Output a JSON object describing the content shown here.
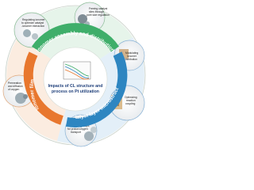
{
  "center": {
    "title_line1": "Impacts of CL structure and",
    "title_line2": "process on Pt utilization"
  },
  "sectors": [
    {
      "label": "Ionomer assembly and distribution",
      "color": "#3fae6a"
    },
    {
      "label": "Ionomer film",
      "color": "#e8772e"
    },
    {
      "label": "Catalyst layer microstructure",
      "color": "#2e86c1"
    }
  ],
  "panels": [
    {
      "line1": "Regulating ionomer",
      "line2": "to optimize catalyst",
      "line3": "-ionomer interaction"
    },
    {
      "line1": "Freeing catalyst",
      "line2": "sites through",
      "line3": "pore size regulation"
    },
    {
      "line1": "Modulating",
      "line2": "ionomer",
      "line3": "distribution"
    },
    {
      "line1": "Optimizing",
      "line2": "reaction",
      "line3": "coupling"
    },
    {
      "line1": "Building highways",
      "line2": "for proton/oxygen",
      "line3": "transport"
    },
    {
      "line1": "Permeation",
      "line2": "and diffusion",
      "line3": "of oxygen"
    }
  ],
  "colors": {
    "green": "#3fae6a",
    "orange": "#e8772e",
    "blue": "#2e86c1",
    "navy": "#1f3f7a",
    "panel_bg": "#f4f6f2"
  }
}
